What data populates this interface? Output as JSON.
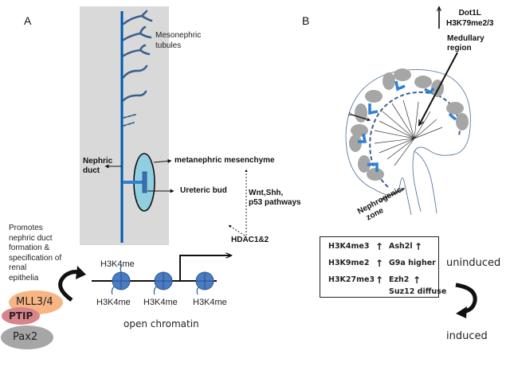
{
  "panel_a": {
    "letter": "A",
    "mesonephric_tubules": [
      "Mesonephric",
      "tubules"
    ],
    "nephric_duct": [
      "Nephric",
      "duct"
    ],
    "metanephric_mesenchyme": "metanephric mesenchyme",
    "ureteric_bud": "Ureteric bud",
    "pathways": [
      "Wnt,Shh,",
      "p53 pathways"
    ],
    "hdac": "HDAC1&2",
    "promotes_text": [
      "Promotes",
      "nephric duct",
      "formation &",
      "specification of",
      "renal",
      "epithelia"
    ],
    "complex": {
      "mll": "MLL3/4",
      "ptip": "PTIP",
      "pax2": "Pax2"
    },
    "chromatin": {
      "top_mark": "H3K4me",
      "bottom_marks": [
        "H3K4me",
        "H3K4me",
        "H3K4me"
      ],
      "caption": "open chromatin"
    }
  },
  "panel_b": {
    "letter": "B",
    "dot1l": [
      "Dot1L",
      "H3K79me2/3"
    ],
    "medullary": [
      "Medullary",
      "region"
    ],
    "nephrogenic": [
      "Nephrogenic",
      "zone"
    ],
    "table": {
      "rows": [
        {
          "mark": "H3K4me3",
          "mark_arrow": "↑",
          "enzyme": "Ash2l",
          "enzyme_arrow": "↑"
        },
        {
          "mark": "H3K9me2",
          "mark_arrow": "↑",
          "enzyme": "G9a higher",
          "enzyme_arrow": ""
        },
        {
          "mark": "H3K27me3",
          "mark_arrow": "↑",
          "enzyme": "Ezh2",
          "enzyme_arrow": "↑"
        }
      ],
      "extra": "Suz12 diffuse"
    },
    "uninduced": "uninduced",
    "induced": "induced"
  },
  "colors": {
    "panel_bg": "#d9d9d9",
    "duct_blue": "#1f5fa8",
    "tubule_blue": "#3a5f8f",
    "bud_fill": "#8fcfe0",
    "nucleosome": "#4a7cc4",
    "mll": "#f7b583",
    "ptip": "#d9848a",
    "pax2": "#a6a6a6",
    "cap_gray": "#a6a6a6",
    "ub_blue": "#2f7fd6"
  }
}
